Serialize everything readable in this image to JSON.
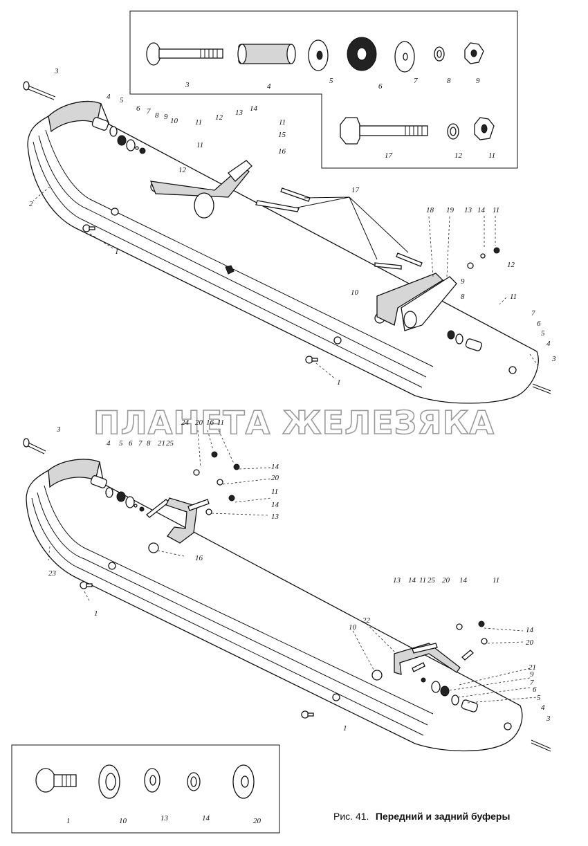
{
  "watermark": "ПЛАНЕТА ЖЕЛЕЗЯКА",
  "caption": {
    "prefix": "Рис. 41.",
    "title": "Передний и задний буферы"
  },
  "top_inset_labels": [
    "3",
    "4",
    "5",
    "6",
    "7",
    "8",
    "9",
    "17",
    "12",
    "11"
  ],
  "bottom_inset_labels": [
    "1",
    "10",
    "13",
    "14",
    "20"
  ],
  "front_bumper_labels": [
    "3",
    "4",
    "5",
    "6",
    "7",
    "8",
    "9",
    "10",
    "11",
    "12",
    "13",
    "14",
    "11",
    "11",
    "12",
    "15",
    "16",
    "2",
    "1",
    "17",
    "18",
    "19",
    "13",
    "14",
    "11",
    "12",
    "11",
    "9",
    "8",
    "7",
    "6",
    "5",
    "4",
    "10",
    "3",
    "1"
  ],
  "rear_bumper_labels": [
    "3",
    "4",
    "5",
    "6",
    "7",
    "8",
    "21",
    "25",
    "24",
    "20",
    "16",
    "11",
    "14",
    "20",
    "11",
    "14",
    "13",
    "16",
    "23",
    "1",
    "10",
    "22",
    "13",
    "14",
    "11",
    "25",
    "20",
    "14",
    "11",
    "14",
    "20",
    "21",
    "9",
    "7",
    "6",
    "5",
    "4",
    "3",
    "1"
  ]
}
